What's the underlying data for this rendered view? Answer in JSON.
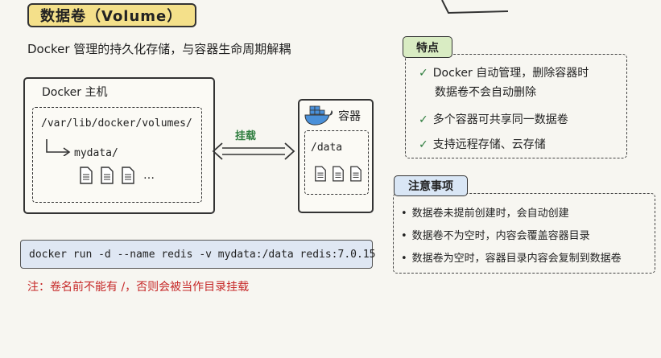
{
  "title": "数据卷（Volume）",
  "subtitle": "Docker 管理的持久化存储，与容器生命周期解耦",
  "host": {
    "label": "Docker 主机",
    "path": "/var/lib/docker/volumes/",
    "subdir": "mydata/",
    "more": "…",
    "icon": "document-icon"
  },
  "mount_label": "挂载",
  "container": {
    "label": "容器",
    "path": "/data",
    "icon": "docker-whale-icon"
  },
  "command": "docker run -d --name redis -v mydata:/data redis:7.0.15",
  "note": "注：卷名前不能有 /，否则会被当作目录挂载",
  "features": {
    "title": "特点",
    "items": [
      "Docker 自动管理，删除容器时",
      "数据卷不会自动删除",
      "多个容器可共享同一数据卷",
      "支持远程存储、云存储"
    ]
  },
  "warnings": {
    "title": "注意事项",
    "items": [
      "数据卷未提前创建时，会自动创建",
      "数据卷不为空时，内容会覆盖容器目录",
      "数据卷为空时，容器目录内容会复制到数据卷"
    ]
  },
  "colors": {
    "title_bg": "#f4e08a",
    "feature_bg": "#d9ecc3",
    "warning_bg": "#d9e6f5",
    "command_bg": "#dfe7f3",
    "accent_green": "#2e7d3e",
    "note_red": "#c62828"
  }
}
